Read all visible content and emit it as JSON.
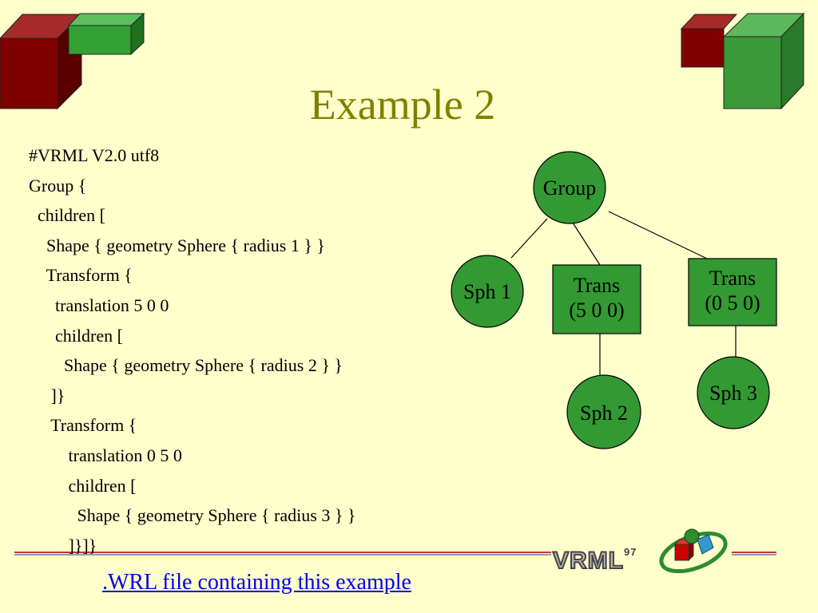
{
  "title": "Example 2",
  "code_lines": [
    "#VRML V2.0 utf8",
    "Group {",
    "  children [",
    "    Shape { geometry Sphere { radius 1 } }",
    "    Transform {",
    "      translation 5 0 0",
    "      children [",
    "        Shape { geometry Sphere { radius 2 } }",
    "     ]}",
    "     Transform {",
    "         translation 0 5 0",
    "         children [",
    "           Shape { geometry Sphere { radius 3 } }",
    "         ]}]}"
  ],
  "tree": {
    "group": "Group",
    "sph1": "Sph 1",
    "trans1_line1": "Trans",
    "trans1_line2": "(5 0 0)",
    "trans2_line1": "Trans",
    "trans2_line2": "(0 5 0)",
    "sph2": "Sph 2",
    "sph3": "Sph 3"
  },
  "link_text": ".WRL file containing this example",
  "logo": {
    "text": "VRML",
    "version": "97"
  },
  "colors": {
    "background": "#ffffcc",
    "title": "#808000",
    "node_fill": "#339933",
    "cube_red": "#8b0000",
    "cube_green": "#3a9a3a",
    "rule_red": "#cc3333"
  }
}
